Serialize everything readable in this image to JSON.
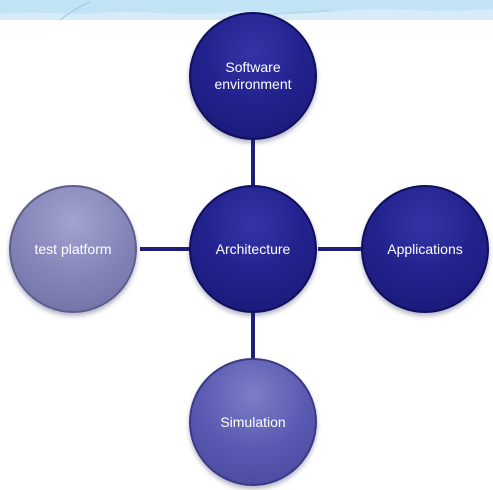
{
  "diagram": {
    "center": {
      "label": "Architecture"
    },
    "nodes": {
      "top": {
        "label": "Software environment"
      },
      "left": {
        "label": "test platform"
      },
      "right": {
        "label": "Applications"
      },
      "bottom": {
        "label": "Simulation"
      }
    }
  },
  "colors": {
    "connector": "#1f1f7a",
    "dark_node": "#23238f",
    "medium_node": "#5a5ab2",
    "light_node": "#8585b9",
    "top_strip": "#cfe8f7"
  }
}
